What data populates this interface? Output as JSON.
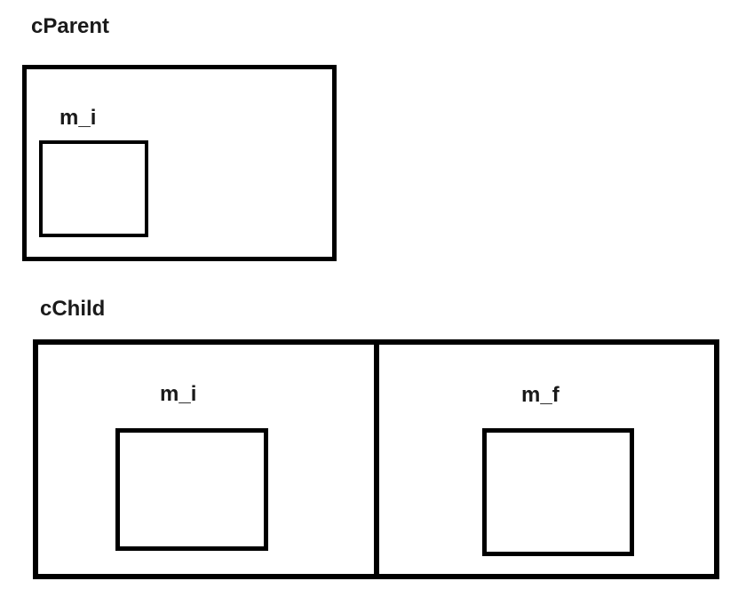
{
  "diagram": {
    "parent": {
      "title": "cParent",
      "members": [
        {
          "label": "m_i"
        }
      ]
    },
    "child": {
      "title": "cChild",
      "cells": [
        {
          "label": "m_i"
        },
        {
          "label": "m_f"
        }
      ]
    },
    "colors": {
      "line": "#000000",
      "text": "#1a1a1a",
      "background": "#ffffff"
    }
  }
}
